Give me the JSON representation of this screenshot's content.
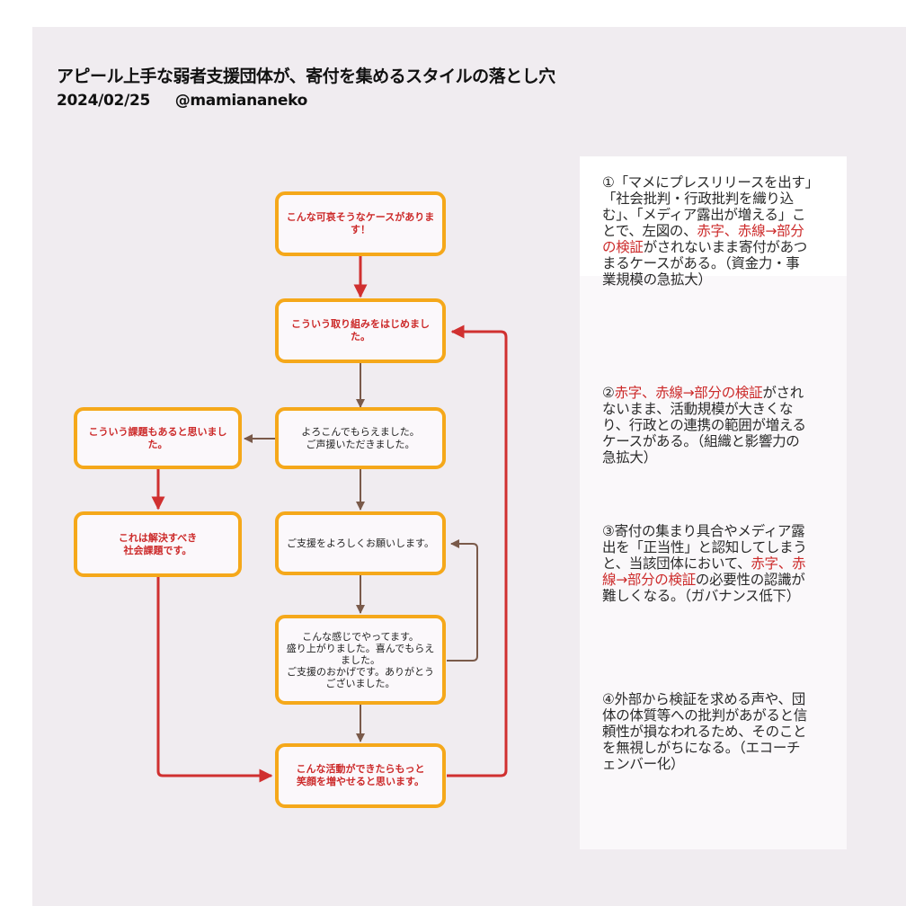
{
  "header": {
    "title": "アピール上手な弱者支援団体が、寄付を集めるスタイルの落とし穴",
    "date": "2024/02/25",
    "author": "@mamiananeko"
  },
  "colors": {
    "node_border": "#f5a81a",
    "arrow_red": "#d03030",
    "arrow_brown": "#7a5a4a",
    "highlight": "#cc2a2a"
  },
  "flowchart": {
    "nodes": {
      "case": "こんな可哀そうなケースがあります！",
      "start": "こういう取り組みをはじめました。",
      "joy_1": "よろこんでもらえました。",
      "joy_2": "ご声援いただきました。",
      "issue": "こういう課題もあると思いました。",
      "social_1": "これは解決すべき",
      "social_2": "社会課題です。",
      "request": "ご支援をよろしくお願いします。",
      "report_1": "こんな感じでやってます。",
      "report_2": "盛り上がりました。喜んでもらえました。",
      "report_3": "ご支援のおかげです。ありがとうございました。",
      "smile_1": "こんな活動ができたらもっと",
      "smile_2": "笑顔を増やせると思います。"
    },
    "edges": [
      {
        "from": "case",
        "to": "start",
        "color": "red"
      },
      {
        "from": "start",
        "to": "joy",
        "color": "brown"
      },
      {
        "from": "joy",
        "to": "issue",
        "color": "brown"
      },
      {
        "from": "issue",
        "to": "social",
        "color": "red"
      },
      {
        "from": "joy",
        "to": "request",
        "color": "brown"
      },
      {
        "from": "request",
        "to": "report",
        "color": "brown"
      },
      {
        "from": "report",
        "to": "request",
        "color": "brown"
      },
      {
        "from": "report",
        "to": "smile",
        "color": "brown"
      },
      {
        "from": "social",
        "to": "smile",
        "color": "red"
      },
      {
        "from": "smile",
        "to": "start",
        "color": "red"
      }
    ]
  },
  "notes": [
    {
      "pre": "①「マメにプレスリリースを出す」「社会批判・行政批判を織り込む」、「メディア露出が増える」ことで、左図の、",
      "highlight": "赤字、赤線→部分の検証",
      "post": "がされないまま寄付があつまるケースがある。（資金力・事業規模の急拡大）"
    },
    {
      "pre": "②",
      "highlight": "赤字、赤線→部分の検証",
      "post": "がされないまま、活動規模が大きくなり、行政との連携の範囲が増えるケースがある。（組織と影響力の急拡大）"
    },
    {
      "pre": "③寄付の集まり具合やメディア露出を「正当性」と認知してしまうと、当該団体において、",
      "highlight": "赤字、赤線→部分の検証",
      "post": "の必要性の認識が難しくなる。（ガバナンス低下）"
    },
    {
      "pre": "④外部から検証を求める声や、団体の体質等への批判があがると信頼性が損なわれるため、そのことを無視しがちになる。（エコーチェンバー化）",
      "highlight": "",
      "post": ""
    }
  ]
}
